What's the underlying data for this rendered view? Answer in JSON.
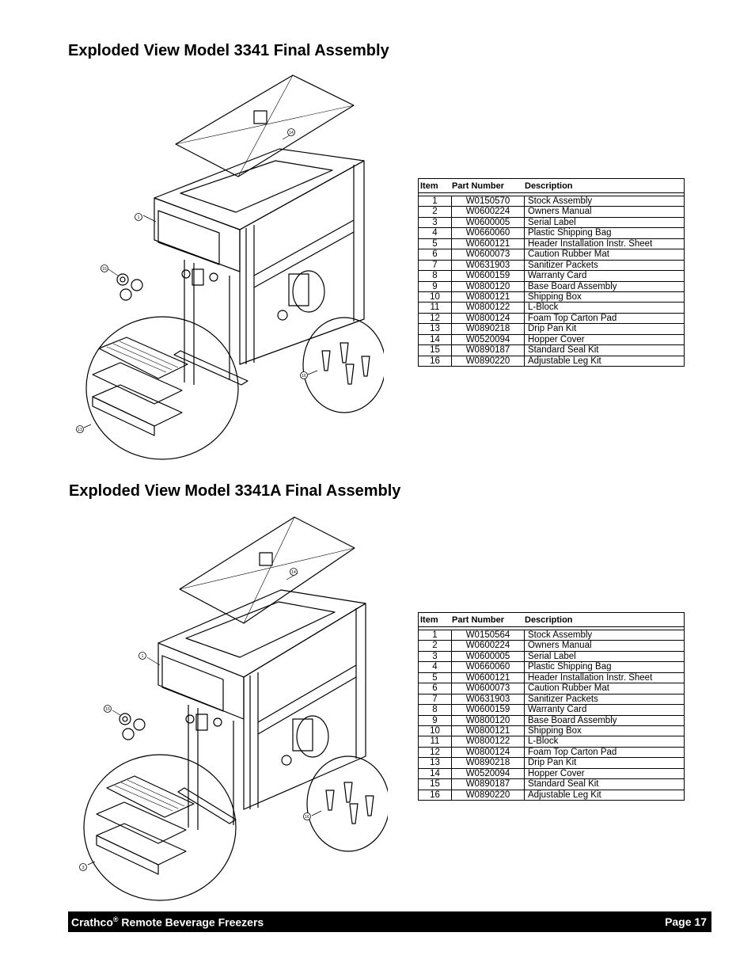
{
  "sections": [
    {
      "title": "Exploded View Model 3341 Final Assembly",
      "callouts": [
        "1",
        "13",
        "14",
        "15",
        "16"
      ],
      "table": {
        "headers": {
          "item": "Item",
          "part": "Part Number",
          "desc": "Description"
        },
        "rows": [
          [
            "1",
            "W0150570",
            "Stock Assembly"
          ],
          [
            "2",
            "W0600224",
            "Owners Manual"
          ],
          [
            "3",
            "W0600005",
            "Serial Label"
          ],
          [
            "4",
            "W0660060",
            "Plastic Shipping Bag"
          ],
          [
            "5",
            "W0600121",
            "Header Installation Instr. Sheet"
          ],
          [
            "6",
            "W0600073",
            "Caution Rubber Mat"
          ],
          [
            "7",
            "W0631903",
            "Sanitizer Packets"
          ],
          [
            "8",
            "W0600159",
            "Warranty Card"
          ],
          [
            "9",
            "W0800120",
            "Base Board Assembly"
          ],
          [
            "10",
            "W0800121",
            "Shipping Box"
          ],
          [
            "11",
            "W0800122",
            "L-Block"
          ],
          [
            "12",
            "W0800124",
            "Foam Top Carton Pad"
          ],
          [
            "13",
            "W0890218",
            "Drip Pan Kit"
          ],
          [
            "14",
            "W0520094",
            "Hopper Cover"
          ],
          [
            "15",
            "W0890187",
            "Standard Seal Kit"
          ],
          [
            "16",
            "W0890220",
            "Adjustable Leg Kit"
          ]
        ]
      }
    },
    {
      "title": "Exploded View Model 3341A Final Assembly",
      "callouts": [
        "1",
        "3",
        "14",
        "15",
        "16"
      ],
      "table": {
        "headers": {
          "item": "Item",
          "part": "Part Number",
          "desc": "Description"
        },
        "rows": [
          [
            "1",
            "W0150564",
            "Stock Assembly"
          ],
          [
            "2",
            "W0600224",
            "Owners Manual"
          ],
          [
            "3",
            "W0600005",
            "Serial Label"
          ],
          [
            "4",
            "W0660060",
            "Plastic Shipping Bag"
          ],
          [
            "5",
            "W0600121",
            "Header Installation Instr. Sheet"
          ],
          [
            "6",
            "W0600073",
            "Caution Rubber Mat"
          ],
          [
            "7",
            "W0631903",
            "Sanitizer Packets"
          ],
          [
            "8",
            "W0600159",
            "Warranty Card"
          ],
          [
            "9",
            "W0800120",
            "Base Board Assembly"
          ],
          [
            "10",
            "W0800121",
            "Shipping Box"
          ],
          [
            "11",
            "W0800122",
            "L-Block"
          ],
          [
            "12",
            "W0800124",
            "Foam Top Carton Pad"
          ],
          [
            "13",
            "W0890218",
            "Drip Pan Kit"
          ],
          [
            "14",
            "W0520094",
            "Hopper Cover"
          ],
          [
            "15",
            "W0890187",
            "Standard Seal Kit"
          ],
          [
            "16",
            "W0890220",
            "Adjustable Leg Kit"
          ]
        ]
      }
    }
  ],
  "footer": {
    "brand": "Crathco",
    "reg_mark": "®",
    "product": " Remote Beverage Freezers",
    "page": "Page 17"
  }
}
